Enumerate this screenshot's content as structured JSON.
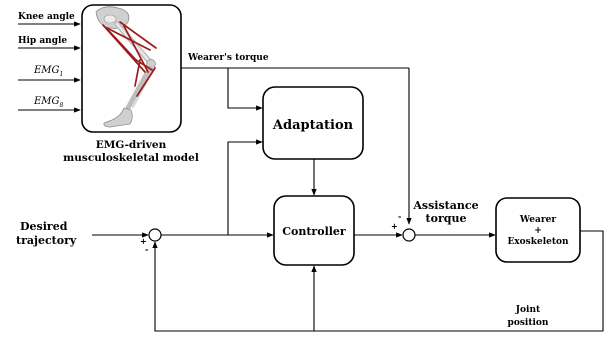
{
  "inputs": {
    "knee_angle": "Knee angle",
    "hip_angle": "Hip angle",
    "emg1_base": "EMG",
    "emg1_sub": "1",
    "emg8_base": "EMG",
    "emg8_sub": "8"
  },
  "blocks": {
    "model_line1": "EMG-driven",
    "model_line2": "musculoskeletal model",
    "adaptation": "Adaptation",
    "controller": "Controller",
    "plant_line1": "Wearer",
    "plant_line2": "+",
    "plant_line3": "Exoskeleton"
  },
  "signals": {
    "wearers_torque": "Wearer's torque",
    "desired_line1": "Desired",
    "desired_line2": "trajectory",
    "assistance_line1": "Assistance",
    "assistance_line2": "torque",
    "joint_line1": "Joint",
    "joint_line2": "position"
  },
  "signs": {
    "plus": "+",
    "minus": "-"
  }
}
